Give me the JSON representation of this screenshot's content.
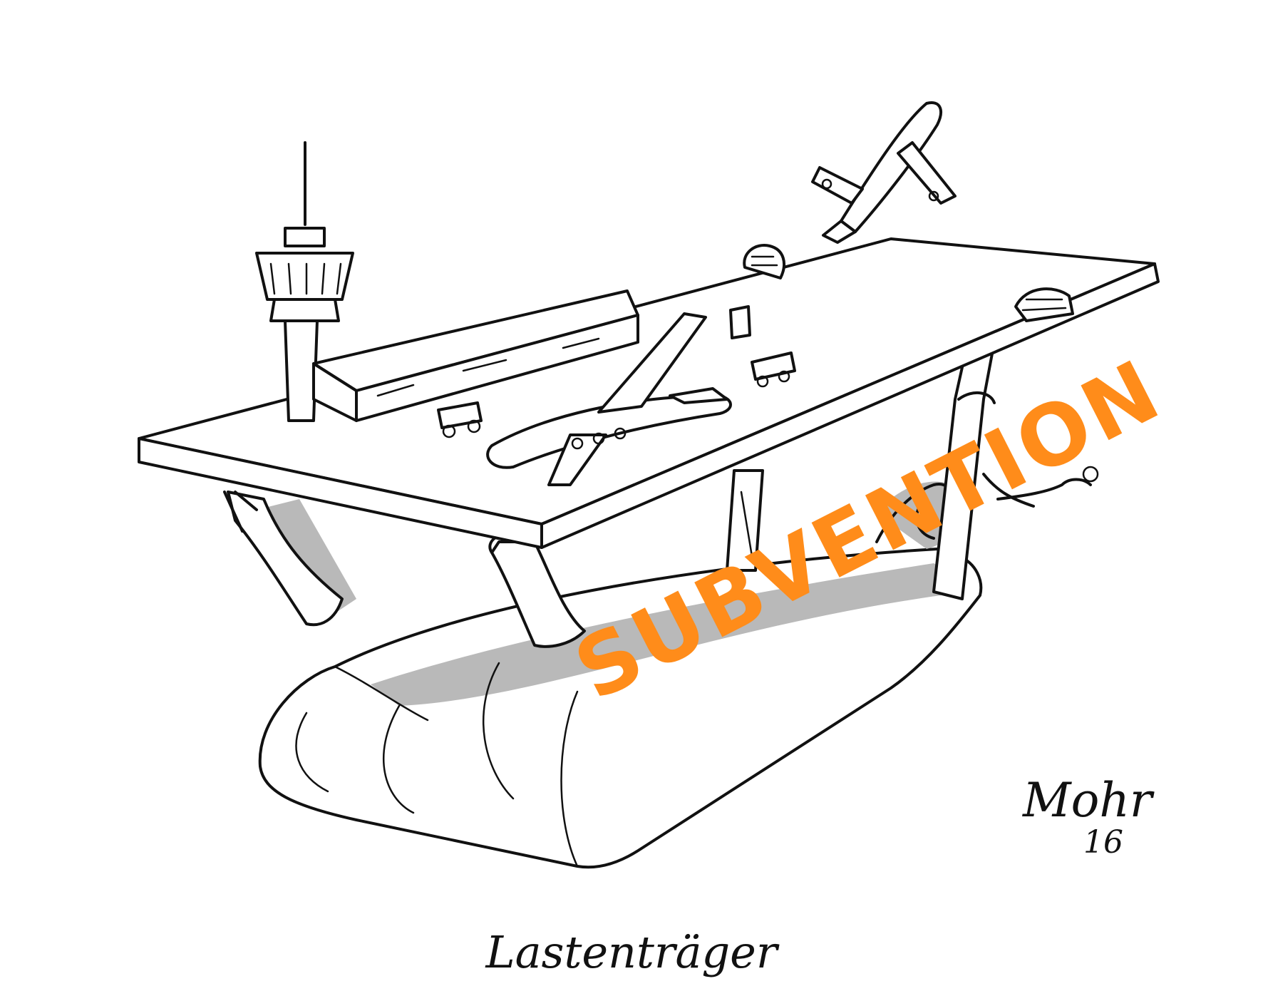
{
  "cartoon": {
    "bag_text": "SUBVENTION",
    "signature_name": "Mohr",
    "signature_year": "16",
    "caption": "Lastenträger"
  },
  "colors": {
    "ink": "#111111",
    "shade": "#b9b9b9",
    "accent": "#ff8c1a",
    "background": "#ffffff"
  }
}
